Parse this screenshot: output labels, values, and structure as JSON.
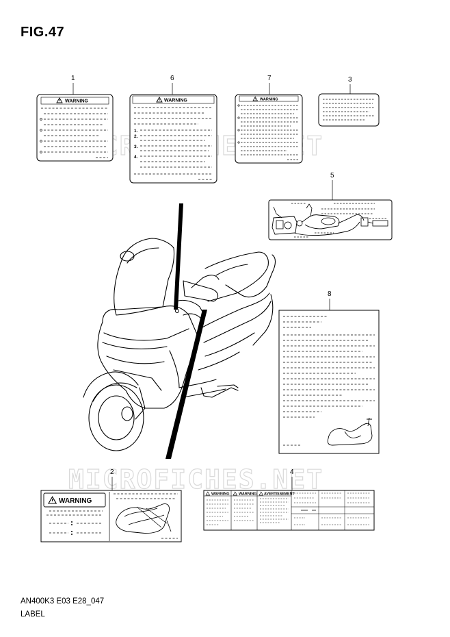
{
  "figure": {
    "title": "FIG.47",
    "code": "AN400K3 E03 E28_047",
    "name": "LABEL"
  },
  "watermark": "MICROFICHES.NET",
  "labels": {
    "warning": "WARNING",
    "avertissement": "AVERTISSEMENT"
  },
  "callouts": [
    "1",
    "6",
    "7",
    "3",
    "5",
    "8",
    "2",
    "4"
  ],
  "label6_steps": [
    "1.",
    "2.",
    "3.",
    "4."
  ]
}
